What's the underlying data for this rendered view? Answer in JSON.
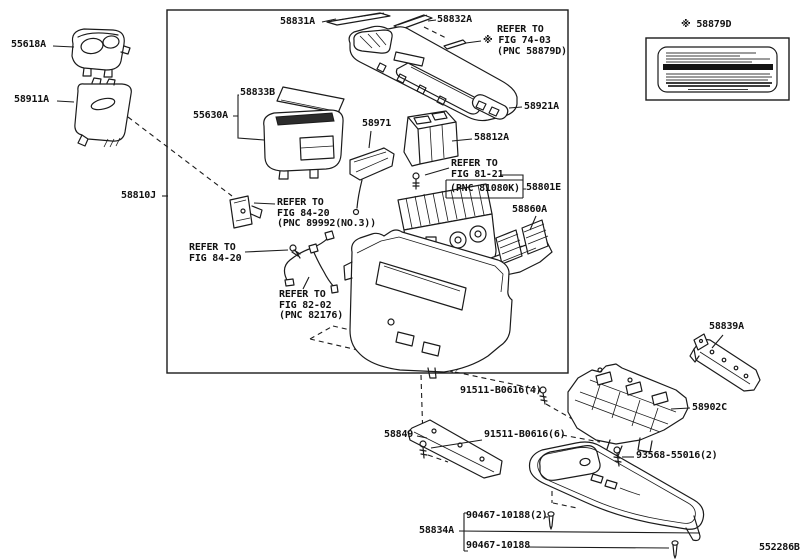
{
  "footer": {
    "page_code": "552286B"
  },
  "parts": {
    "p55618A": "55618A",
    "p58911A": "58911A",
    "p58810J": "58810J",
    "p58831A": "58831A",
    "p58832A": "58832A",
    "p58879D": "※ 58879D",
    "p58833B": "58833B",
    "p55630A": "55630A",
    "p58971": "58971",
    "p58921A": "58921A",
    "p58812A": "58812A",
    "p58801E": "58801E",
    "p58860A": "58860A",
    "p58839A": "58839A",
    "p58902C": "58902C",
    "p91511_4": "91511-B0616(4)",
    "p58849": "58849",
    "p91511_6": "91511-B0616(6)",
    "p93568": "93568-55016(2)",
    "p90467_2": "90467-10188(2)",
    "p58834A": "58834A",
    "p90467": "90467-10188"
  },
  "notes": {
    "fig74_03": [
      "REFER TO",
      "※ FIG 74-03",
      "(PNC 58879D)"
    ],
    "fig81_21": [
      "REFER TO",
      "FIG 81-21",
      "(PNC 81080K)"
    ],
    "fig84_20_no3": [
      "REFER TO",
      "FIG 84-20",
      "(PNC 89992(NO.3))"
    ],
    "fig84_20": [
      "REFER TO",
      "FIG 84-20"
    ],
    "fig82_02": [
      "REFER TO",
      "FIG 82-02",
      "(PNC 82176)"
    ]
  }
}
